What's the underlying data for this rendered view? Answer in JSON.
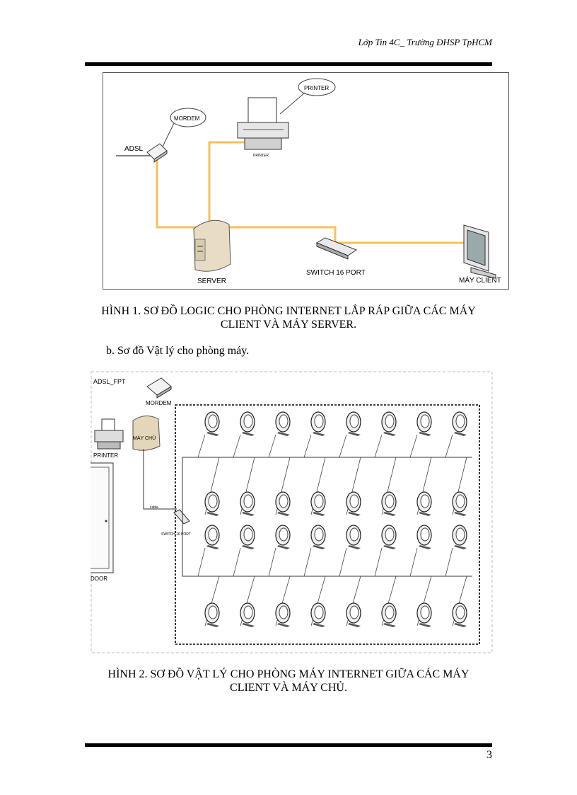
{
  "header": {
    "text": "Lớp Tin 4C_ Trường ĐHSP TpHCM"
  },
  "figure1": {
    "labels": {
      "adsl": "ADSL",
      "modem": "MORDEM",
      "printer_bubble": "PRINTER",
      "printer_small": "PRINTER",
      "server": "SERVER",
      "switch": "SWITCH 16 PORT",
      "client": "MÁY  CLIENT"
    },
    "colors": {
      "cable": "#f5c15a",
      "frame": "#555555"
    },
    "caption_line1": "HÌNH 1. SƠ ĐỒ LOGIC CHO PHÒNG INTERNET LẮP RÁP GIỮA CÁC MÁY",
    "caption_line2": "CLIENT VÀ MÁY SERVER."
  },
  "subheading": "b.   Sơ đồ Vật lý cho phòng máy.",
  "figure2": {
    "labels": {
      "adsl": "ADSL_FPT",
      "modem": "MORDEM",
      "printer": "PRINTER",
      "server": "MÁY CHỦ",
      "door": "DOOR",
      "cable": "cable",
      "switch": "SWITCH 16 PORT"
    },
    "client_count": 32,
    "caption_line1": "HÌNH 2. SƠ ĐỒ VẬT LÝ CHO PHÒNG MÁY INTERNET GIỮA CÁC MÁY",
    "caption_line2": "CLIENT VÀ MÁY CHỦ."
  },
  "footer": {
    "page_number": "3"
  }
}
